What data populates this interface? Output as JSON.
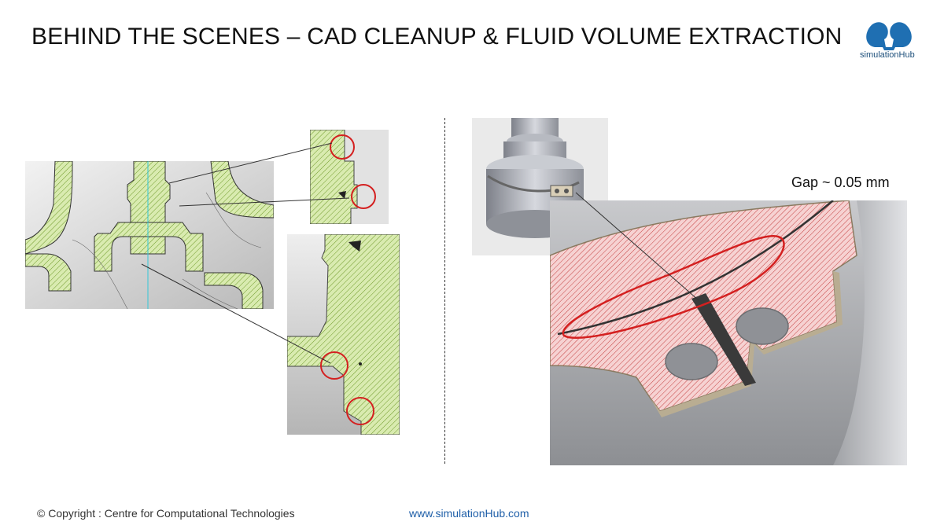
{
  "slide": {
    "title": "BEHIND THE SCENES – CAD CLEANUP & FLUID VOLUME EXTRACTION",
    "logo_text": "simulationHub",
    "gap_label": "Gap ~ 0.05 mm",
    "copyright": "© Copyright : Centre for Computational Technologies",
    "website": "www.simulationHub.com"
  },
  "colors": {
    "hatch_green": "#d9ebb0",
    "hatch_red": "#f6d2d2",
    "highlight_red": "#d42020",
    "logo_blue": "#1f6fb2",
    "link_blue": "#1f5fa8"
  },
  "icons": {
    "logo": "two-heads-logo-icon"
  }
}
